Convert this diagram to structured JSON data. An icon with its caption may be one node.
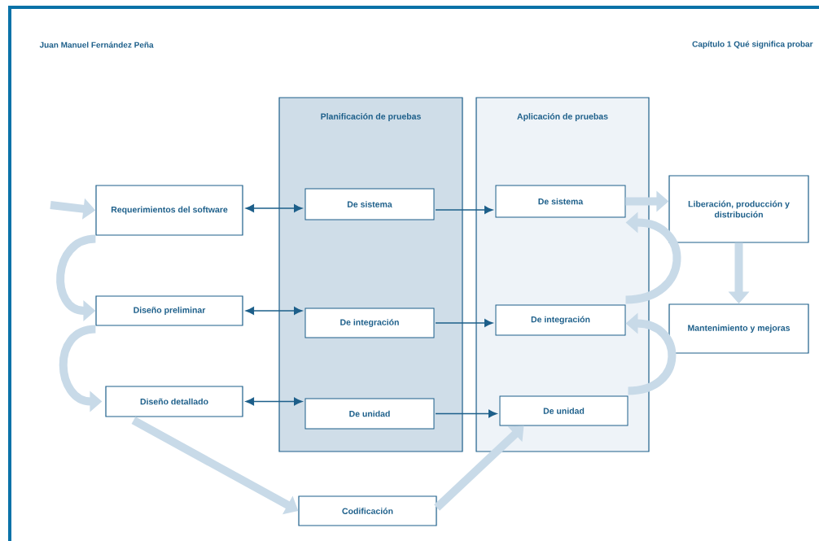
{
  "diagram": {
    "nodes": [
      {
        "text": [
          "Planificación de pruebas"
        ]
      },
      {
        "text": [
          "Aplicación de pruebas"
        ]
      },
      {
        "text": [
          "Requerimientos del software"
        ]
      },
      {
        "text": [
          "De sistema"
        ],
        "in": 0
      },
      {
        "text": [
          "De sistema"
        ],
        "in": 1
      },
      {
        "text": [
          "Liberación, producción y distribución"
        ]
      },
      {
        "text": [
          "Diseño preliminar"
        ]
      },
      {
        "text": [
          "De integración"
        ],
        "in": 0
      },
      {
        "text": [
          "De integración"
        ],
        "in": 1
      },
      {
        "text": [
          "Mantenimiento y mejoras"
        ]
      },
      {
        "text": [
          "Diseño detallado"
        ]
      },
      {
        "text": [
          "De unidad"
        ],
        "in": 0
      },
      {
        "text": [
          "De unidad"
        ],
        "in": 1
      },
      {
        "text": [
          "Codificación"
        ]
      }
    ],
    "edges": [
      {
        "from": null,
        "to": 2,
        "arrow": "to"
      },
      {
        "from": 2,
        "to": 3,
        "arrow": "both",
        "color": "#1d5f8a"
      },
      {
        "from": 3,
        "to": 4,
        "arrow": "to",
        "color": "#1d5f8a"
      },
      {
        "from": 4,
        "to": 5,
        "arrow": "to"
      },
      {
        "from": 5,
        "to": 9,
        "arrow": "to"
      },
      {
        "from": 2,
        "to": 6,
        "arrow": "to"
      },
      {
        "from": 6,
        "to": 10,
        "arrow": "to"
      },
      {
        "from": 6,
        "to": 7,
        "arrow": "both",
        "color": "#1d5f8a"
      },
      {
        "from": 7,
        "to": 8,
        "arrow": "to",
        "color": "#1d5f8a"
      },
      {
        "from": 10,
        "to": 11,
        "arrow": "both",
        "color": "#1d5f8a"
      },
      {
        "from": 11,
        "to": 12,
        "arrow": "to",
        "color": "#1d5f8a"
      },
      {
        "from": 10,
        "to": 13,
        "arrow": "to"
      },
      {
        "from": 13,
        "to": 12,
        "arrow": "to"
      },
      {
        "from": 12,
        "to": 8,
        "arrow": "to"
      },
      {
        "from": 8,
        "to": 4,
        "arrow": "to"
      }
    ],
    "labels": [
      "Juan Manuel Fernández Peña",
      "Capítulo 1 Qué significa probar"
    ]
  }
}
